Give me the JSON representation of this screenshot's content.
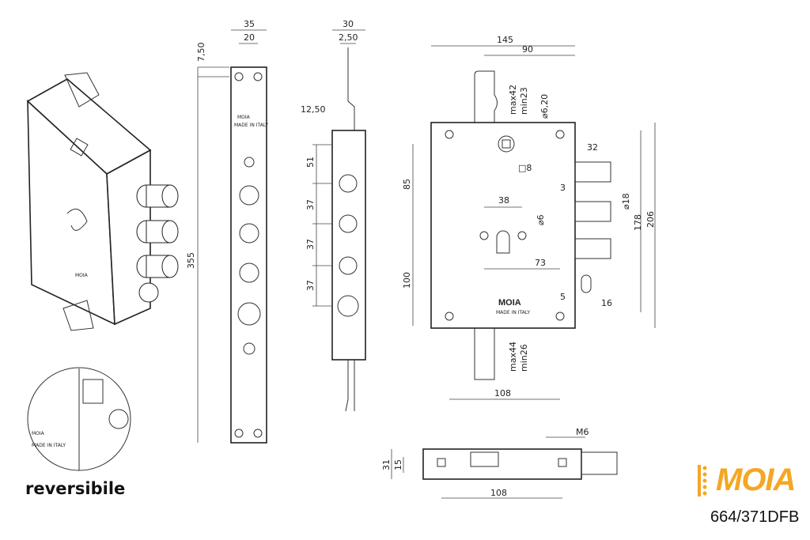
{
  "product": {
    "brand": "MOIA",
    "model": "664/371DFB",
    "note": "reversibile",
    "brand_color": "#f5a623"
  },
  "lock_body": {
    "brand": "MOIA",
    "origin": "MADE IN ITALY"
  },
  "strip_view": {
    "width": "35",
    "hole_spacing": "20",
    "top_offset": "7,50",
    "length": "355"
  },
  "side_view": {
    "width": "30",
    "offset": "2,50",
    "bolt_offset": "12,50",
    "spacing_1": "51",
    "spacing_2": "37",
    "spacing_3": "37",
    "spacing_4": "37"
  },
  "front_view": {
    "overall_width": "145",
    "backset": "90",
    "top_max": "max42",
    "top_min": "min23",
    "hole_dia": "⌀6,20",
    "bolt_length": "32",
    "spindle": "□8",
    "spindle_height": "85",
    "bolt_gap": "3",
    "cylinder_spacing": "38",
    "cyl_hole": "⌀6",
    "bolt_dia": "⌀18",
    "height_inner": "178",
    "height_outer": "206",
    "cyl_offset": "73",
    "lower_height": "100",
    "latch_gap": "5",
    "latch_len": "16",
    "bot_max": "max44",
    "bot_min": "min26",
    "bottom_width": "108"
  },
  "bottom_view": {
    "thread": "M6",
    "height": "31",
    "inner": "15",
    "width": "108"
  }
}
